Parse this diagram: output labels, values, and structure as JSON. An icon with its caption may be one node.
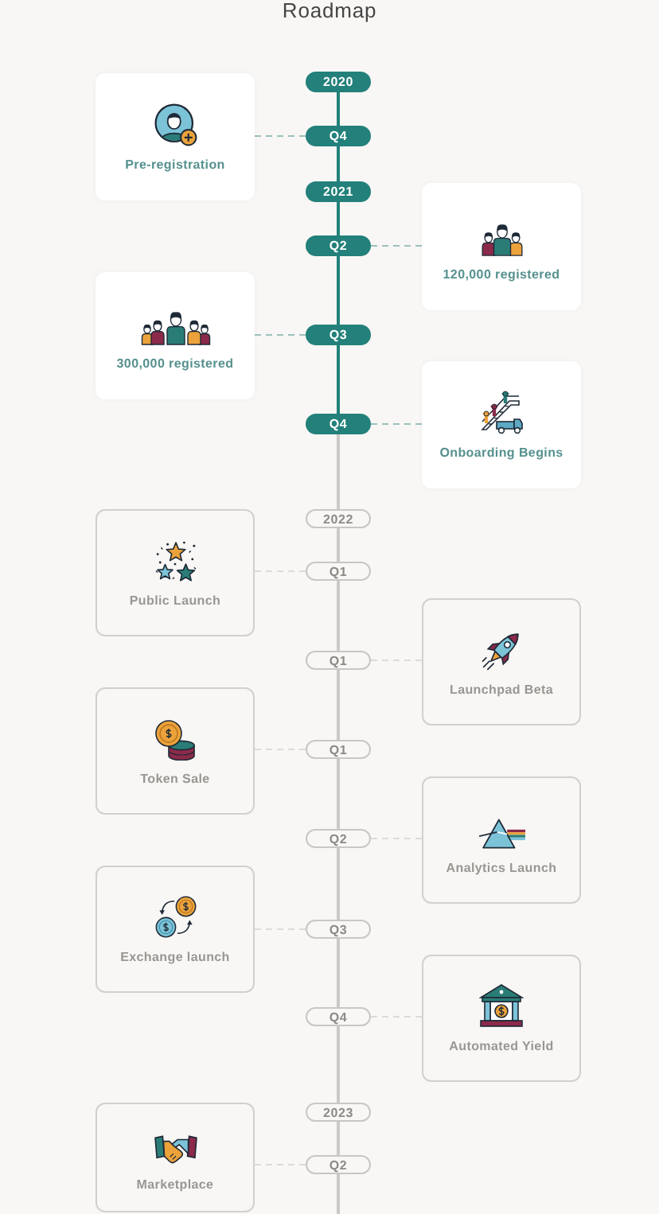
{
  "diagram": {
    "title": "Roadmap",
    "nodes": [
      {
        "text": [
          "2020"
        ]
      },
      {
        "text": [
          "Pre-registration"
        ]
      },
      {
        "text": [
          "Q4"
        ]
      },
      {
        "text": [
          "2021"
        ]
      },
      {
        "text": [
          "120,000 registered"
        ]
      },
      {
        "text": [
          "Q2"
        ]
      },
      {
        "text": [
          "300,000 registered"
        ]
      },
      {
        "text": [
          "Q3"
        ]
      },
      {
        "text": [
          "Onboarding Begins"
        ]
      },
      {
        "text": [
          "Q4"
        ]
      },
      {
        "text": [
          "2022"
        ]
      },
      {
        "text": [
          "Public Launch"
        ]
      },
      {
        "text": [
          "Q1"
        ]
      },
      {
        "text": [
          "Launchpad Beta"
        ]
      },
      {
        "text": [
          "Q1"
        ]
      },
      {
        "text": [
          "Token Sale"
        ]
      },
      {
        "text": [
          "Q1"
        ]
      },
      {
        "text": [
          "Analytics Launch"
        ]
      },
      {
        "text": [
          "Q2"
        ]
      },
      {
        "text": [
          "Exchange launch"
        ]
      },
      {
        "text": [
          "Q3"
        ]
      },
      {
        "text": [
          "Automated Yield"
        ]
      },
      {
        "text": [
          "Q4"
        ]
      },
      {
        "text": [
          "Marketplace"
        ]
      },
      {
        "text": [
          "2023"
        ]
      },
      {
        "text": [
          "Q2"
        ]
      }
    ],
    "edges": [
      {
        "from": 0,
        "to": 2,
        "arrow": "none",
        "color": "#23807a"
      },
      {
        "from": 2,
        "to": 3,
        "arrow": "none",
        "color": "#23807a"
      },
      {
        "from": 3,
        "to": 5,
        "arrow": "none",
        "color": "#23807a"
      },
      {
        "from": 5,
        "to": 7,
        "arrow": "none",
        "color": "#23807a"
      },
      {
        "from": 7,
        "to": 9,
        "arrow": "none",
        "color": "#23807a"
      },
      {
        "from": 9,
        "to": 10,
        "arrow": "none"
      },
      {
        "from": 10,
        "to": 12,
        "arrow": "none"
      },
      {
        "from": 12,
        "to": 14,
        "arrow": "none"
      },
      {
        "from": 14,
        "to": 16,
        "arrow": "none"
      },
      {
        "from": 16,
        "to": 18,
        "arrow": "none"
      },
      {
        "from": 18,
        "to": 20,
        "arrow": "none"
      },
      {
        "from": 20,
        "to": 22,
        "arrow": "none"
      },
      {
        "from": 22,
        "to": 24,
        "arrow": "none"
      },
      {
        "from": 24,
        "to": 25,
        "arrow": "none"
      },
      {
        "from": 25,
        "to": null,
        "arrow": "none"
      },
      {
        "from": 2,
        "to": 1,
        "arrow": "none",
        "style": "dashed",
        "color": "#9cc0bd"
      },
      {
        "from": 5,
        "to": 4,
        "arrow": "none",
        "style": "dashed",
        "color": "#9cc0bd"
      },
      {
        "from": 7,
        "to": 6,
        "arrow": "none",
        "style": "dashed",
        "color": "#9cc0bd"
      },
      {
        "from": 9,
        "to": 8,
        "arrow": "none",
        "style": "dashed",
        "color": "#9cc0bd"
      },
      {
        "from": 12,
        "to": 11,
        "arrow": "none",
        "style": "dashed",
        "color": "#dddbd8"
      },
      {
        "from": 14,
        "to": 13,
        "arrow": "none",
        "style": "dashed",
        "color": "#dddbd8"
      },
      {
        "from": 16,
        "to": 15,
        "arrow": "none",
        "style": "dashed",
        "color": "#dddbd8"
      },
      {
        "from": 18,
        "to": 17,
        "arrow": "none",
        "style": "dashed",
        "color": "#dddbd8"
      },
      {
        "from": 20,
        "to": 19,
        "arrow": "none",
        "style": "dashed",
        "color": "#dddbd8"
      },
      {
        "from": 22,
        "to": 21,
        "arrow": "none",
        "style": "dashed",
        "color": "#dddbd8"
      },
      {
        "from": 25,
        "to": 23,
        "arrow": "none",
        "style": "dashed",
        "color": "#dddbd8"
      }
    ]
  }
}
